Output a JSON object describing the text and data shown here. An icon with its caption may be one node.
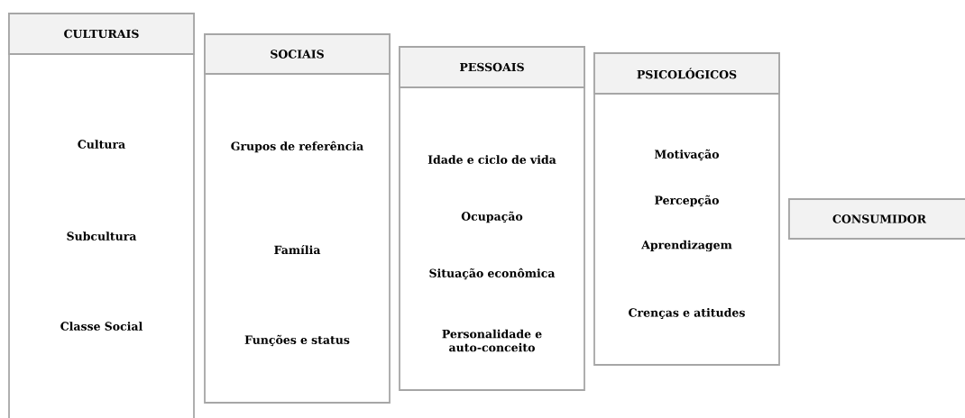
{
  "diagram": {
    "nodes": [
      {
        "text": [
          "CULTURAIS",
          "Cultura",
          "Subcultura",
          "Classe Social"
        ]
      },
      {
        "text": [
          "SOCIAIS",
          "Grupos de referência",
          "Família",
          "Funções e status"
        ]
      },
      {
        "text": [
          "PESSOAIS",
          "Idade e ciclo de vida",
          "Ocupação",
          "Situação econômica",
          "Personalidade e auto-conceito"
        ]
      },
      {
        "text": [
          "PSICOLÓGICOS",
          "Motivação",
          "Percepção",
          "Aprendizagem",
          "Crenças e atitudes"
        ]
      },
      {
        "text": [
          "CONSUMIDOR"
        ]
      }
    ]
  }
}
